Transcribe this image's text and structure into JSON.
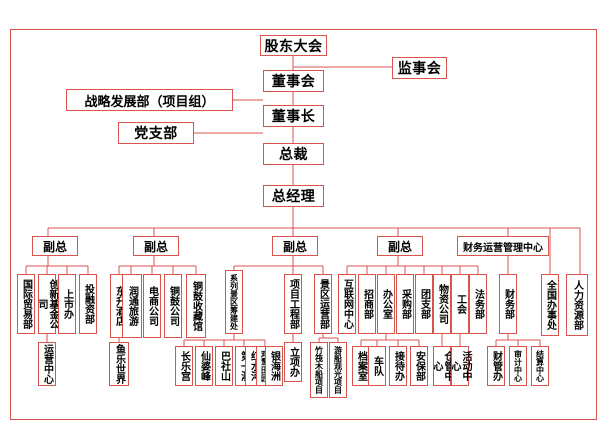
{
  "top": {
    "shareholders": "股东大会",
    "supervisors": "监事会",
    "board": "董事会",
    "strategy": "战略发展部（项目组）",
    "chairman": "董事长",
    "party": "党支部",
    "president": "总裁",
    "gm": "总经理"
  },
  "groups": {
    "vp1": "副总",
    "vp2": "副总",
    "vp3": "副总",
    "vp4": "副总",
    "finance_center": "财务运营管理中心",
    "national_office": "全国办事处",
    "hr": "人力资源部"
  },
  "vp1_units": {
    "trade": "国际贸易部",
    "fund": "创新基金公司",
    "listing": "上市办",
    "investment": "投融资部",
    "ops_center": "运营中心"
  },
  "vp2_units": {
    "hotel": "东升酒店",
    "tourism": "润通旅游",
    "ecommerce": "电商公司",
    "drum_company": "铜鼓公司",
    "drum_museum": "铜鼓收藏馆",
    "fish_world": "鱼乐世界"
  },
  "vp3_units": {
    "prep": "系列景区筹建处",
    "engineering": "项目工程部",
    "scenic_ops": "景区运营部",
    "changle": "长乐宫",
    "xianpo": "仙婆峰",
    "basheshan": "巴社山",
    "diyipu": "第一瀑",
    "hongshuihe": "红水河",
    "yuxiangtian": "鸡鹜田园",
    "yinhaizhou": "银海洲",
    "lixiangban": "立项办",
    "bamboo": "竹筏木船项目",
    "sightseeing": "游船观光项目"
  },
  "vp4_units": {
    "internet": "互联网中心",
    "merchants": "招商部",
    "office": "办公室",
    "purchasing": "采购部",
    "league": "团支部",
    "materials": "物资公司",
    "union": "工会",
    "legal": "法务部",
    "archives": "档案室",
    "fleet": "车队",
    "reception": "接待办",
    "security": "安保部",
    "warehouse": "仓管中心",
    "activity": "活动中心"
  },
  "finance_units": {
    "finance_dept": "财务部",
    "treasury": "财管办",
    "audit": "审计中心",
    "settlement": "结算中心"
  }
}
